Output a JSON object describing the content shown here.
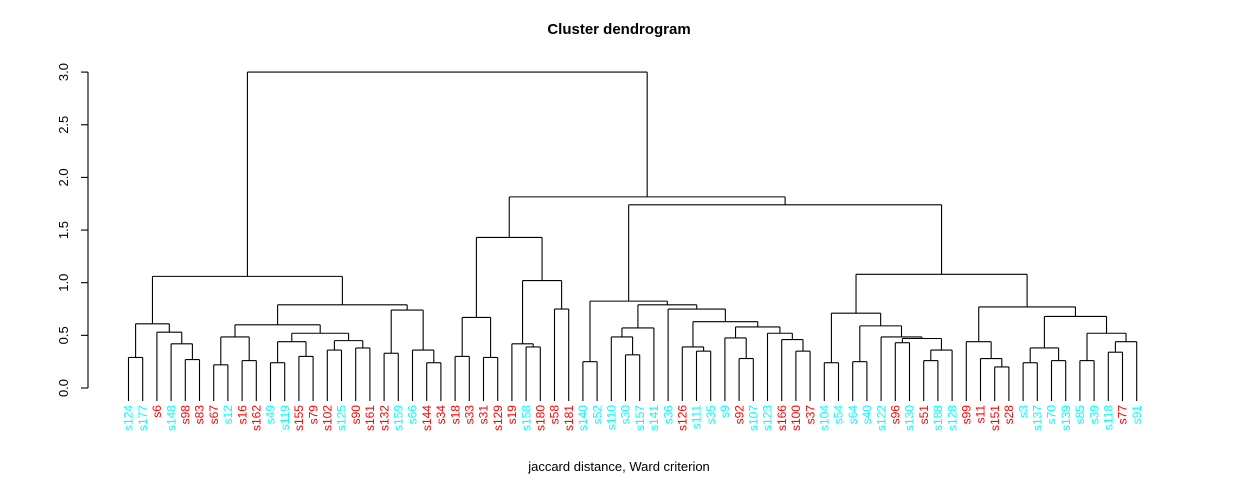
{
  "title": "Cluster dendrogram",
  "caption": "jaccard distance, Ward criterion",
  "chart_data": {
    "type": "dendrogram",
    "title": "Cluster dendrogram",
    "xlabel": "jaccard distance, Ward criterion",
    "ylabel": "",
    "line_color": "#000000",
    "background": "#ffffff",
    "y_axis": {
      "ticks": [
        "0.0",
        "0.5",
        "1.0",
        "1.5",
        "2.0",
        "2.5",
        "3.0"
      ],
      "range": [
        0,
        3
      ],
      "grid": false
    },
    "leaf_colors": {
      "cyan": "#00FFFF",
      "red": "#FF0000"
    },
    "leaves": [
      {
        "label": "s124",
        "color": "cyan"
      },
      {
        "label": "s177",
        "color": "cyan"
      },
      {
        "label": "s6",
        "color": "red"
      },
      {
        "label": "s148",
        "color": "cyan"
      },
      {
        "label": "s98",
        "color": "red"
      },
      {
        "label": "s83",
        "color": "red"
      },
      {
        "label": "s67",
        "color": "red"
      },
      {
        "label": "s12",
        "color": "cyan"
      },
      {
        "label": "s16",
        "color": "red"
      },
      {
        "label": "s162",
        "color": "red"
      },
      {
        "label": "s49",
        "color": "cyan"
      },
      {
        "label": "s119",
        "color": "cyan"
      },
      {
        "label": "s155",
        "color": "red"
      },
      {
        "label": "s79",
        "color": "red"
      },
      {
        "label": "s102",
        "color": "red"
      },
      {
        "label": "s125",
        "color": "cyan"
      },
      {
        "label": "s90",
        "color": "red"
      },
      {
        "label": "s161",
        "color": "red"
      },
      {
        "label": "s132",
        "color": "red"
      },
      {
        "label": "s159",
        "color": "cyan"
      },
      {
        "label": "s66",
        "color": "cyan"
      },
      {
        "label": "s144",
        "color": "red"
      },
      {
        "label": "s34",
        "color": "red"
      },
      {
        "label": "s18",
        "color": "red"
      },
      {
        "label": "s33",
        "color": "red"
      },
      {
        "label": "s31",
        "color": "red"
      },
      {
        "label": "s129",
        "color": "red"
      },
      {
        "label": "s19",
        "color": "red"
      },
      {
        "label": "s158",
        "color": "cyan"
      },
      {
        "label": "s180",
        "color": "red"
      },
      {
        "label": "s58",
        "color": "red"
      },
      {
        "label": "s181",
        "color": "red"
      },
      {
        "label": "s140",
        "color": "cyan"
      },
      {
        "label": "s52",
        "color": "cyan"
      },
      {
        "label": "s110",
        "color": "cyan"
      },
      {
        "label": "s30",
        "color": "cyan"
      },
      {
        "label": "s157",
        "color": "cyan"
      },
      {
        "label": "s141",
        "color": "cyan"
      },
      {
        "label": "s36",
        "color": "cyan"
      },
      {
        "label": "s126",
        "color": "red"
      },
      {
        "label": "s111",
        "color": "cyan"
      },
      {
        "label": "s35",
        "color": "cyan"
      },
      {
        "label": "s9",
        "color": "cyan"
      },
      {
        "label": "s92",
        "color": "red"
      },
      {
        "label": "s107",
        "color": "cyan"
      },
      {
        "label": "s123",
        "color": "cyan"
      },
      {
        "label": "s166",
        "color": "red"
      },
      {
        "label": "s100",
        "color": "red"
      },
      {
        "label": "s37",
        "color": "red"
      },
      {
        "label": "s104",
        "color": "cyan"
      },
      {
        "label": "s54",
        "color": "cyan"
      },
      {
        "label": "s64",
        "color": "cyan"
      },
      {
        "label": "s40",
        "color": "cyan"
      },
      {
        "label": "s122",
        "color": "cyan"
      },
      {
        "label": "s96",
        "color": "red"
      },
      {
        "label": "s130",
        "color": "cyan"
      },
      {
        "label": "s51",
        "color": "red"
      },
      {
        "label": "s188",
        "color": "cyan"
      },
      {
        "label": "s128",
        "color": "cyan"
      },
      {
        "label": "s99",
        "color": "red"
      },
      {
        "label": "s11",
        "color": "red"
      },
      {
        "label": "s151",
        "color": "red"
      },
      {
        "label": "s28",
        "color": "red"
      },
      {
        "label": "s3",
        "color": "cyan"
      },
      {
        "label": "s137",
        "color": "cyan"
      },
      {
        "label": "s70",
        "color": "cyan"
      },
      {
        "label": "s139",
        "color": "cyan"
      },
      {
        "label": "s85",
        "color": "cyan"
      },
      {
        "label": "s39",
        "color": "cyan"
      },
      {
        "label": "s118",
        "color": "cyan"
      },
      {
        "label": "s77",
        "color": "red"
      },
      {
        "label": "s91",
        "color": "cyan"
      }
    ],
    "tree": {
      "h": 3.0,
      "c": [
        {
          "h": 1.06,
          "c": [
            {
              "h": 0.61,
              "c": [
                {
                  "h": 0.29,
                  "c": [
                    0,
                    1
                  ]
                },
                {
                  "h": 0.53,
                  "c": [
                    2,
                    {
                      "h": 0.42,
                      "c": [
                        3,
                        {
                          "h": 0.27,
                          "c": [
                            4,
                            5
                          ]
                        }
                      ]
                    }
                  ]
                }
              ]
            },
            {
              "h": 0.79,
              "c": [
                {
                  "h": 0.6,
                  "c": [
                    {
                      "h": 0.485,
                      "c": [
                        {
                          "h": 0.22,
                          "c": [
                            6,
                            7
                          ]
                        },
                        {
                          "h": 0.26,
                          "c": [
                            8,
                            9
                          ]
                        }
                      ]
                    },
                    {
                      "h": 0.52,
                      "c": [
                        {
                          "h": 0.44,
                          "c": [
                            {
                              "h": 0.24,
                              "c": [
                                10,
                                11
                              ]
                            },
                            {
                              "h": 0.3,
                              "c": [
                                12,
                                13
                              ]
                            }
                          ]
                        },
                        {
                          "h": 0.45,
                          "c": [
                            {
                              "h": 0.36,
                              "c": [
                                14,
                                15
                              ]
                            },
                            {
                              "h": 0.38,
                              "c": [
                                16,
                                17
                              ]
                            }
                          ]
                        }
                      ]
                    }
                  ]
                },
                {
                  "h": 0.74,
                  "c": [
                    {
                      "h": 0.33,
                      "c": [
                        18,
                        19
                      ]
                    },
                    {
                      "h": 0.36,
                      "c": [
                        20,
                        {
                          "h": 0.24,
                          "c": [
                            21,
                            22
                          ]
                        }
                      ]
                    }
                  ]
                }
              ]
            }
          ]
        },
        {
          "h": 1.815,
          "c": [
            {
              "h": 1.43,
              "c": [
                {
                  "h": 0.67,
                  "c": [
                    {
                      "h": 0.3,
                      "c": [
                        23,
                        24
                      ]
                    },
                    {
                      "h": 0.29,
                      "c": [
                        25,
                        26
                      ]
                    }
                  ]
                },
                {
                  "h": 1.02,
                  "c": [
                    {
                      "h": 0.42,
                      "c": [
                        27,
                        {
                          "h": 0.39,
                          "c": [
                            28,
                            29
                          ]
                        }
                      ]
                    },
                    {
                      "h": 0.75,
                      "c": [
                        30,
                        31
                      ]
                    }
                  ]
                }
              ]
            },
            {
              "h": 1.74,
              "c": [
                {
                  "h": 0.825,
                  "c": [
                    {
                      "h": 0.25,
                      "c": [
                        32,
                        33
                      ]
                    },
                    {
                      "h": 0.79,
                      "c": [
                        {
                          "h": 0.57,
                          "c": [
                            {
                              "h": 0.485,
                              "c": [
                                34,
                                {
                                  "h": 0.315,
                                  "c": [
                                    35,
                                    36
                                  ]
                                }
                              ]
                            },
                            37
                          ]
                        },
                        {
                          "h": 0.75,
                          "c": [
                            38,
                            {
                              "h": 0.63,
                              "c": [
                                {
                                  "h": 0.39,
                                  "c": [
                                    39,
                                    {
                                      "h": 0.35,
                                      "c": [
                                        40,
                                        41
                                      ]
                                    }
                                  ]
                                },
                                {
                                  "h": 0.58,
                                  "c": [
                                    {
                                      "h": 0.475,
                                      "c": [
                                        42,
                                        {
                                          "h": 0.28,
                                          "c": [
                                            43,
                                            44
                                          ]
                                        }
                                      ]
                                    },
                                    {
                                      "h": 0.52,
                                      "c": [
                                        45,
                                        {
                                          "h": 0.46,
                                          "c": [
                                            46,
                                            {
                                              "h": 0.35,
                                              "c": [
                                                47,
                                                48
                                              ]
                                            }
                                          ]
                                        }
                                      ]
                                    }
                                  ]
                                }
                              ]
                            }
                          ]
                        }
                      ]
                    }
                  ]
                },
                {
                  "h": 1.08,
                  "c": [
                    {
                      "h": 0.71,
                      "c": [
                        {
                          "h": 0.24,
                          "c": [
                            49,
                            50
                          ]
                        },
                        {
                          "h": 0.59,
                          "c": [
                            {
                              "h": 0.25,
                              "c": [
                                51,
                                52
                              ]
                            },
                            {
                              "h": 0.485,
                              "c": [
                                53,
                                {
                                  "h": 0.47,
                                  "c": [
                                    {
                                      "h": 0.43,
                                      "c": [
                                        54,
                                        55
                                      ]
                                    },
                                    {
                                      "h": 0.36,
                                      "c": [
                                        {
                                          "h": 0.26,
                                          "c": [
                                            56,
                                            57
                                          ]
                                        },
                                        58
                                      ]
                                    }
                                  ]
                                }
                              ]
                            }
                          ]
                        }
                      ]
                    },
                    {
                      "h": 0.77,
                      "c": [
                        {
                          "h": 0.44,
                          "c": [
                            59,
                            {
                              "h": 0.28,
                              "c": [
                                60,
                                {
                                  "h": 0.2,
                                  "c": [
                                    61,
                                    62
                                  ]
                                }
                              ]
                            }
                          ]
                        },
                        {
                          "h": 0.68,
                          "c": [
                            {
                              "h": 0.38,
                              "c": [
                                {
                                  "h": 0.24,
                                  "c": [
                                    63,
                                    64
                                  ]
                                },
                                {
                                  "h": 0.26,
                                  "c": [
                                    65,
                                    66
                                  ]
                                }
                              ]
                            },
                            {
                              "h": 0.52,
                              "c": [
                                {
                                  "h": 0.26,
                                  "c": [
                                    67,
                                    68
                                  ]
                                },
                                {
                                  "h": 0.44,
                                  "c": [
                                    {
                                      "h": 0.34,
                                      "c": [
                                        69,
                                        70
                                      ]
                                    },
                                    71
                                  ]
                                }
                              ]
                            }
                          ]
                        }
                      ]
                    }
                  ]
                }
              ]
            }
          ]
        }
      ]
    }
  }
}
